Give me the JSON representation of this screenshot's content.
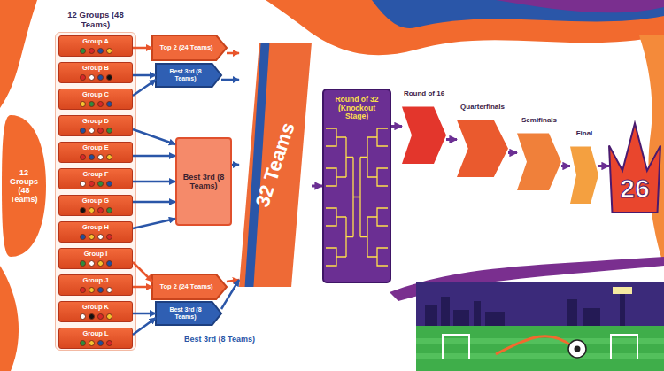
{
  "diagram": {
    "nodes": [
      {
        "text": [
          "12 Groups (48 Teams)"
        ]
      },
      {
        "text": [
          "12 Groups (48 Teams)"
        ]
      },
      {
        "text": [
          "Group A"
        ],
        "in": 1
      },
      {
        "text": [
          "Group B"
        ],
        "in": 1
      },
      {
        "text": [
          "Group C"
        ],
        "in": 1
      },
      {
        "text": [
          "Group D"
        ],
        "in": 1
      },
      {
        "text": [
          "Group E"
        ],
        "in": 1
      },
      {
        "text": [
          "Group F"
        ],
        "in": 1
      },
      {
        "text": [
          "Group G"
        ],
        "in": 1
      },
      {
        "text": [
          "Group H"
        ],
        "in": 1
      },
      {
        "text": [
          "Group I"
        ],
        "in": 1
      },
      {
        "text": [
          "Group J"
        ],
        "in": 1
      },
      {
        "text": [
          "Group K"
        ],
        "in": 1
      },
      {
        "text": [
          "Group L"
        ],
        "in": 1
      },
      {
        "text": [
          "Top 2 (24 Teams)"
        ]
      },
      {
        "text": [
          "Best 3rd (8 Teams)"
        ]
      },
      {
        "text": [
          "Best 3rd (8 Teams)"
        ]
      },
      {
        "text": [
          "Top 2 (24 Teams)"
        ]
      },
      {
        "text": [
          "Best 3rd (8 Teams)"
        ]
      },
      {
        "text": [
          "32 Teams"
        ]
      },
      {
        "text": [
          "Round of 32 (Knockout Stage)"
        ]
      },
      {
        "text": [
          "Round of 16"
        ]
      },
      {
        "text": [
          "Quarterfinals"
        ]
      },
      {
        "text": [
          "Semifinals"
        ]
      },
      {
        "text": [
          "Final"
        ]
      },
      {
        "text": [
          "26"
        ]
      }
    ],
    "edges": [
      {
        "from": 2,
        "to": 14,
        "arrow": "to"
      },
      {
        "from": 3,
        "to": 15,
        "arrow": "to"
      },
      {
        "from": 4,
        "to": 15,
        "arrow": "to"
      },
      {
        "from": 5,
        "to": 16,
        "arrow": "to"
      },
      {
        "from": 6,
        "to": 16,
        "arrow": "to"
      },
      {
        "from": 7,
        "to": 16,
        "arrow": "to"
      },
      {
        "from": 8,
        "to": 16,
        "arrow": "to"
      },
      {
        "from": 9,
        "to": 16,
        "arrow": "to"
      },
      {
        "from": 10,
        "to": 17,
        "arrow": "to"
      },
      {
        "from": 11,
        "to": 17,
        "arrow": "to"
      },
      {
        "from": 12,
        "to": 18,
        "arrow": "to"
      },
      {
        "from": 13,
        "to": 18,
        "arrow": "to"
      },
      {
        "from": 14,
        "to": 19,
        "arrow": "to"
      },
      {
        "from": 15,
        "to": 19,
        "arrow": "to"
      },
      {
        "from": 16,
        "to": 19,
        "arrow": "to"
      },
      {
        "from": 17,
        "to": 19,
        "arrow": "to"
      },
      {
        "from": 18,
        "to": 19,
        "arrow": "to"
      },
      {
        "from": 19,
        "to": 20,
        "arrow": "to"
      },
      {
        "from": 20,
        "to": 21,
        "arrow": "to"
      },
      {
        "from": 21,
        "to": 22,
        "arrow": "to"
      },
      {
        "from": 22,
        "to": 23,
        "arrow": "to"
      },
      {
        "from": 23,
        "to": 24,
        "arrow": "to"
      },
      {
        "from": 24,
        "to": 25,
        "arrow": "to"
      }
    ],
    "labels": [
      "Best 3rd (8 Teams)"
    ]
  }
}
